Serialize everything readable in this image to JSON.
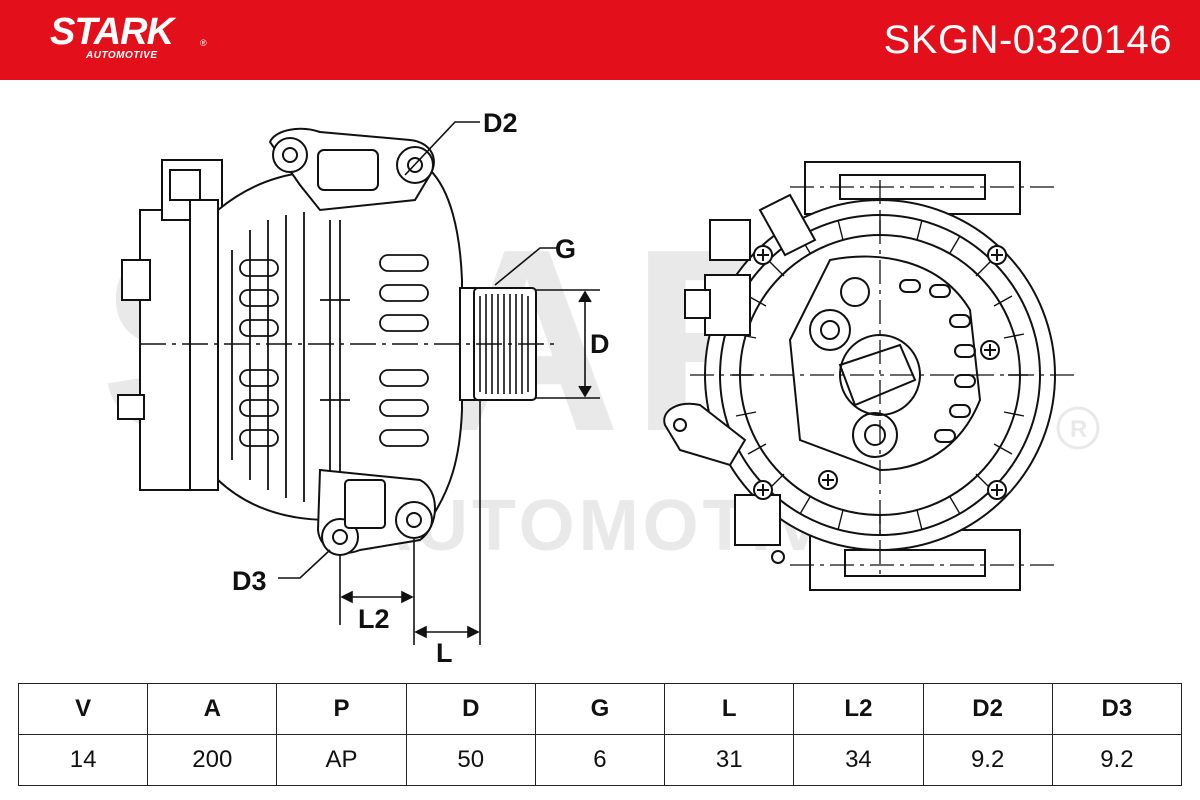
{
  "brand": {
    "name": "STARK",
    "sub": "AUTOMOTIVE",
    "registered_mark": "®"
  },
  "part_number": "SKGN-0320146",
  "watermark": {
    "line1": "STARK",
    "line2": "AUTOMOTIVE"
  },
  "dimension_labels": {
    "d2": "D2",
    "g": "G",
    "d": "D",
    "d3": "D3",
    "l2": "L2",
    "l": "L"
  },
  "colors": {
    "brand_red": "#e3101b",
    "line": "#111111",
    "watermark": "#e9e9e9"
  },
  "spec_table": {
    "headers": [
      "V",
      "A",
      "P",
      "D",
      "G",
      "L",
      "L2",
      "D2",
      "D3"
    ],
    "values": [
      "14",
      "200",
      "AP",
      "50",
      "6",
      "31",
      "34",
      "9.2",
      "9.2"
    ]
  }
}
